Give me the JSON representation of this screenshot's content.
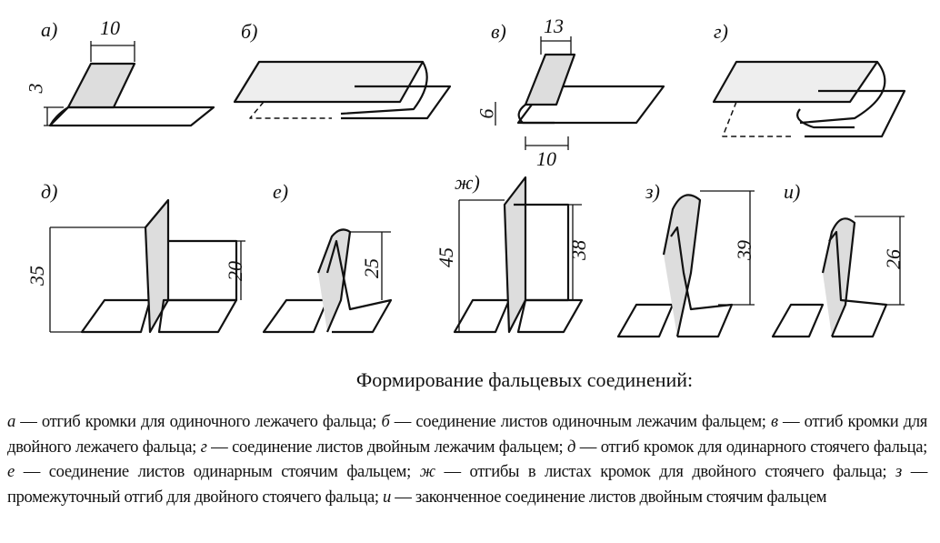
{
  "figure": {
    "panels": [
      {
        "letter": "а)",
        "dims": [
          "10",
          "3"
        ]
      },
      {
        "letter": "б)",
        "dims": []
      },
      {
        "letter": "в)",
        "dims": [
          "13",
          "6",
          "10"
        ]
      },
      {
        "letter": "г)",
        "dims": []
      },
      {
        "letter": "д)",
        "dims": [
          "35",
          "20"
        ]
      },
      {
        "letter": "е)",
        "dims": [
          "25"
        ]
      },
      {
        "letter": "ж)",
        "dims": [
          "45",
          "38"
        ]
      },
      {
        "letter": "з)",
        "dims": [
          "39"
        ]
      },
      {
        "letter": "и)",
        "dims": [
          "26"
        ]
      }
    ],
    "title": "Формирование фальцевых соединений:"
  },
  "caption": [
    {
      "key": "а",
      "text": " — отгиб кромки для одиночного лежачего фальца; "
    },
    {
      "key": "б",
      "text": " — соединение листов одиночным лежачим фальцем; "
    },
    {
      "key": "в",
      "text": " — отгиб кромки для двойного лежачего фальца; "
    },
    {
      "key": "г",
      "text": " — соединение листов двойным лежачим фальцем; "
    },
    {
      "key": "д",
      "text": " — отгиб кромок для одинарного стоячего фальца; "
    },
    {
      "key": "е",
      "text": " — соединение листов одинарным стоячим фальцем; "
    },
    {
      "key": "ж",
      "text": " — отгибы в листах кромок для двойного стоячего фальца; "
    },
    {
      "key": "з",
      "text": " — промежуточный отгиб для двойного стоячего фальца; "
    },
    {
      "key": "и",
      "text": " — законченное соединение листов двойным стоячим фальцем"
    }
  ]
}
